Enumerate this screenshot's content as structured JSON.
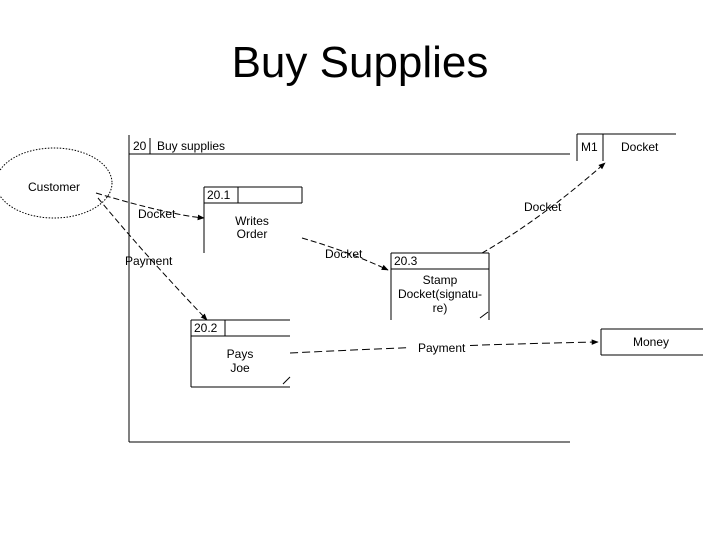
{
  "slide": {
    "title": "Buy Supplies"
  },
  "diagram": {
    "parent_process": {
      "id": "20",
      "name": "Buy supplies"
    },
    "external_entity": {
      "name": "Customer"
    },
    "processes": [
      {
        "id": "20.1",
        "lines": [
          "Writes",
          "Order"
        ]
      },
      {
        "id": "20.2",
        "lines": [
          "Pays",
          "Joe"
        ]
      },
      {
        "id": "20.3",
        "lines": [
          "Stamp",
          "Docket(signatu-",
          "re)"
        ]
      }
    ],
    "data_stores": [
      {
        "id": "M1",
        "name": "Docket"
      },
      {
        "id": "",
        "name": "Money"
      }
    ],
    "flows": [
      {
        "label": "Docket",
        "from": "Customer",
        "to": "20.1"
      },
      {
        "label": "Payment",
        "from": "Customer",
        "to": "20.2"
      },
      {
        "label": "Docket",
        "from": "20.1",
        "to": "20.3"
      },
      {
        "label": "Docket",
        "from": "20.3",
        "to": "M1"
      },
      {
        "label": "Payment",
        "from": "20.2",
        "to": "Money"
      }
    ]
  }
}
